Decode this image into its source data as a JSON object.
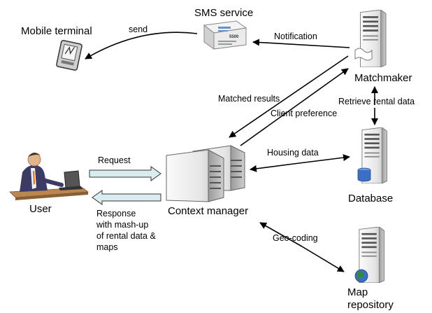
{
  "nodes": {
    "mobile_terminal": "Mobile terminal",
    "sms_service": "SMS service",
    "matchmaker": "Matchmaker",
    "database": "Database",
    "map_repository": [
      "Map",
      "repository"
    ],
    "context_manager": "Context manager",
    "user": "User"
  },
  "edges": {
    "send": "send",
    "notification": "Notification",
    "retrieve_rental_data": "Retrieve rental data",
    "matched_results": "Matched results",
    "client_preference": "Client preference",
    "housing_data": "Housing data",
    "request": "Request",
    "response": [
      "Response",
      "with mash-up",
      "of rental data &",
      "maps"
    ],
    "geo_coding": "Geo-coding"
  },
  "sms_box_text": "5500",
  "colors": {
    "server_light": "#f2f2f2",
    "server_mid": "#d6d6d6",
    "server_dark": "#a8a8a8",
    "db_blue": "#3b6fc4",
    "globe_green": "#2e8b3a",
    "arrow_fill": "#d9ecef",
    "person_shirt": "#f2f2f2",
    "person_suit": "#3b3b66"
  }
}
